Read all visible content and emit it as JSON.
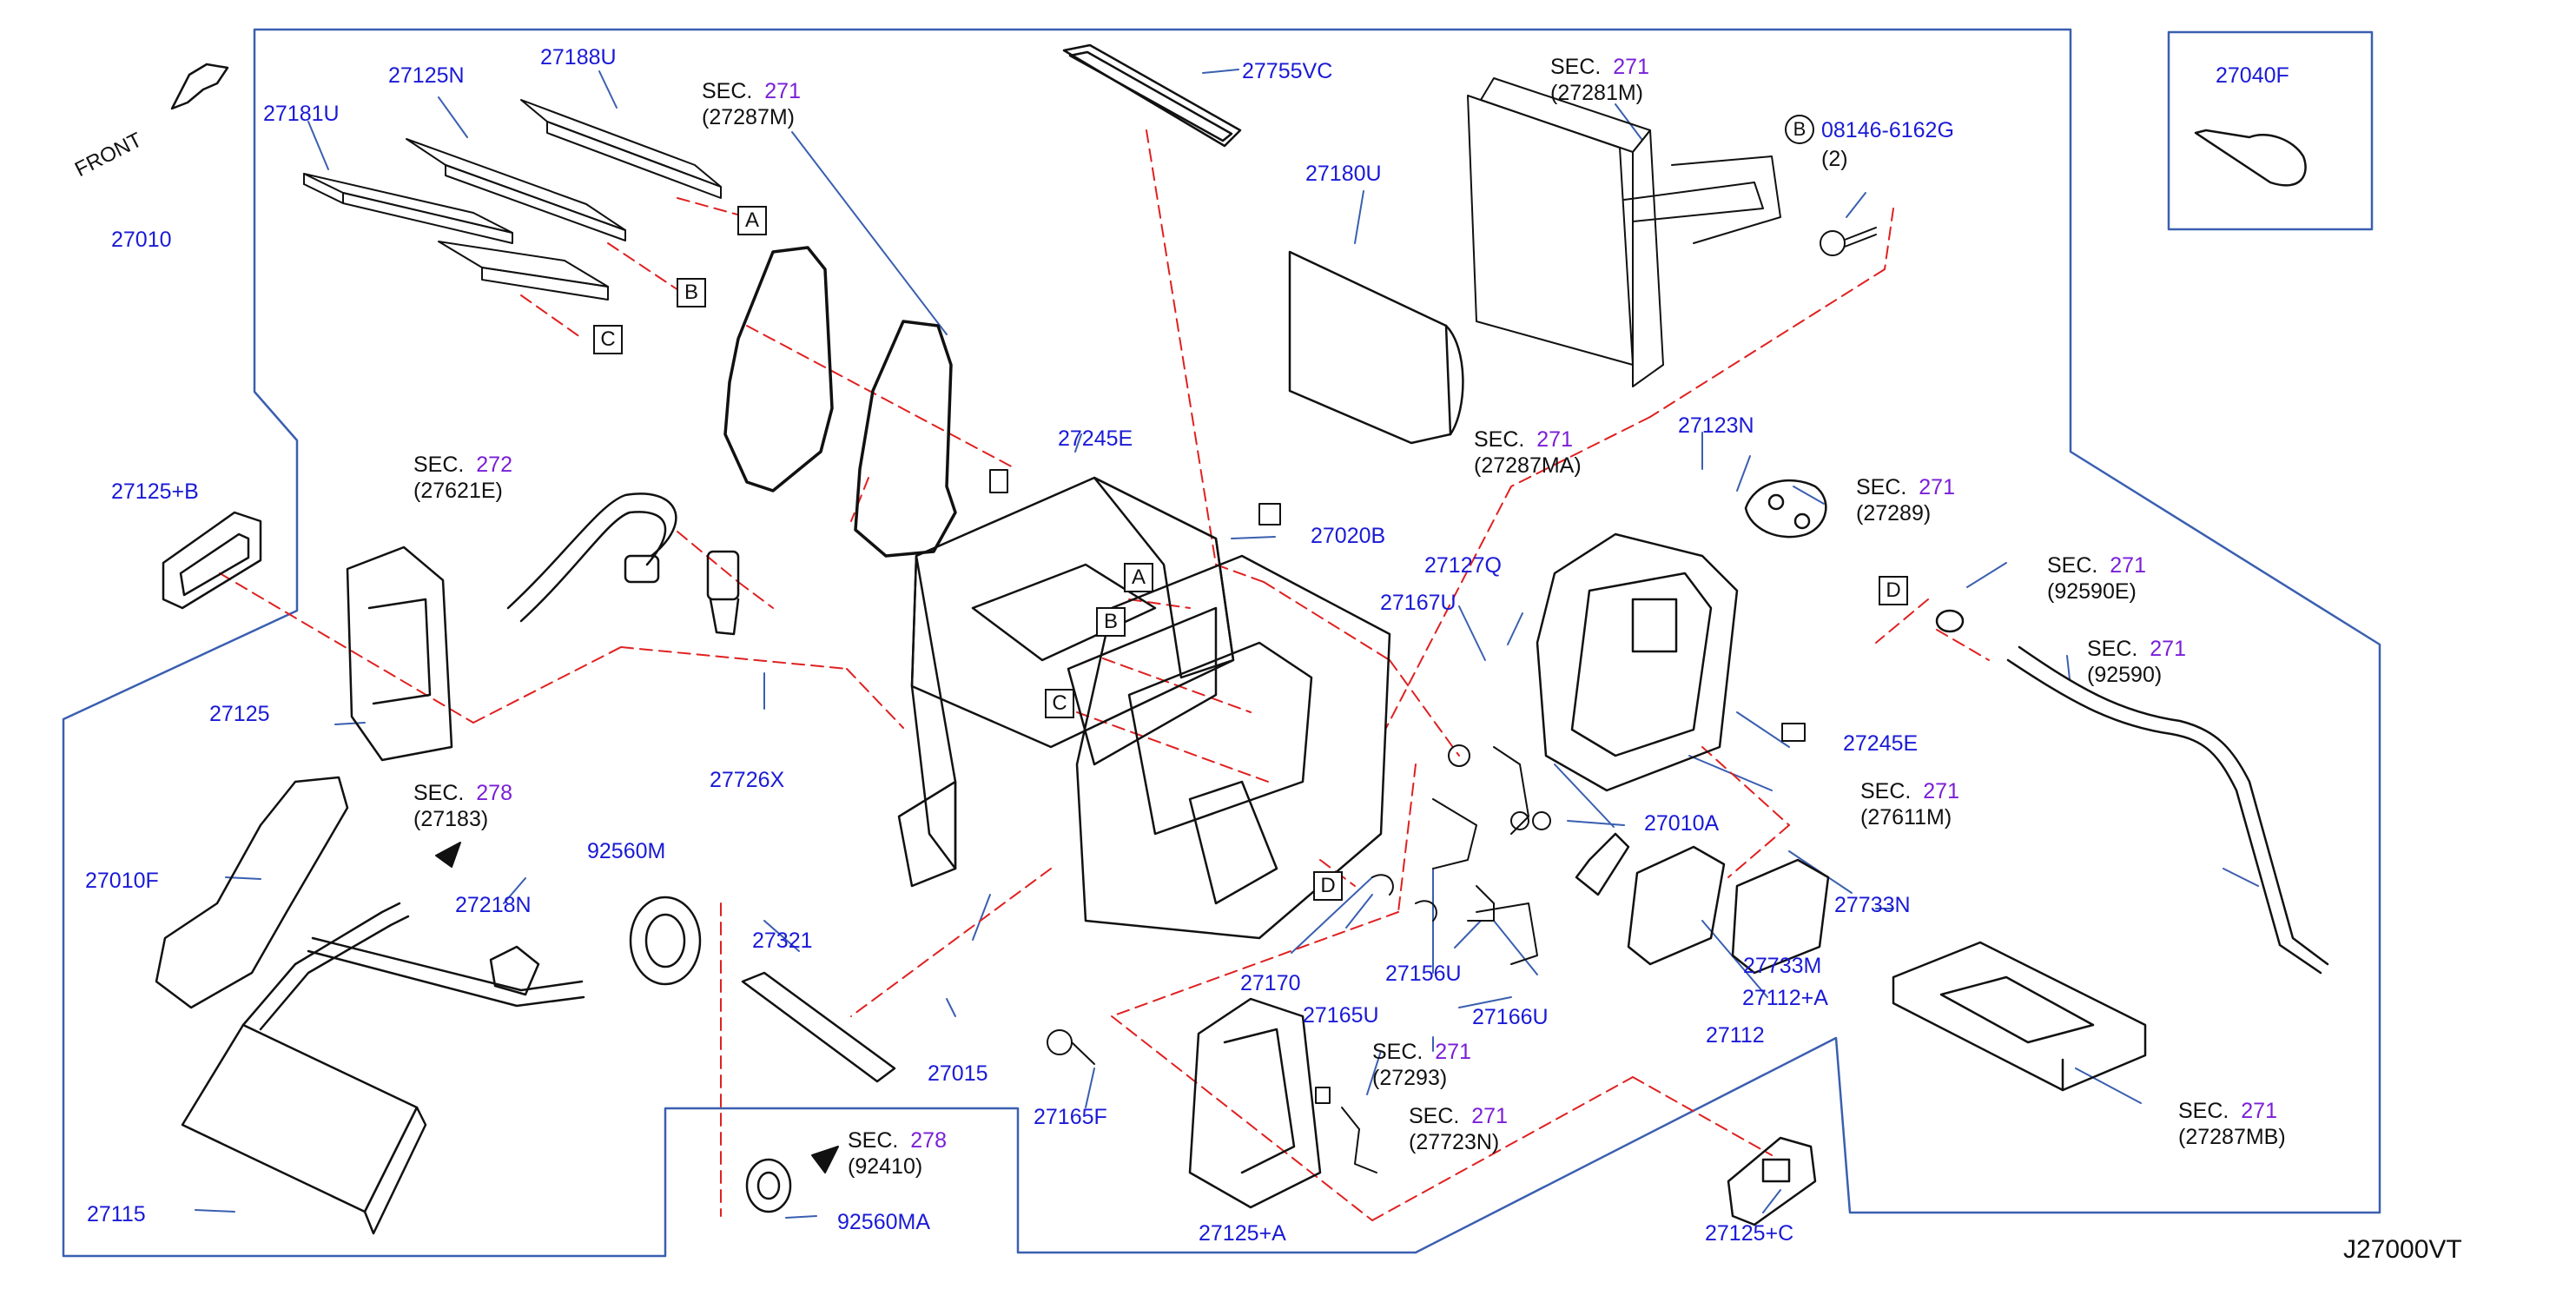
{
  "diagram_code": "J27000VT",
  "front_label": "FRONT",
  "sec_word": "SEC.",
  "parts": [
    {
      "id": "p27010",
      "label": "27010"
    },
    {
      "id": "p27181u",
      "label": "27181U"
    },
    {
      "id": "p27125n",
      "label": "27125N"
    },
    {
      "id": "p27188u",
      "label": "27188U"
    },
    {
      "id": "p27755vc",
      "label": "27755VC"
    },
    {
      "id": "p27180u",
      "label": "27180U"
    },
    {
      "id": "p08146",
      "label": "08146-6162G"
    },
    {
      "id": "p27040f",
      "label": "27040F"
    },
    {
      "id": "p27125b",
      "label": "27125+B"
    },
    {
      "id": "p27125",
      "label": "27125"
    },
    {
      "id": "p27726x",
      "label": "27726X"
    },
    {
      "id": "p27245e_a",
      "label": "27245E"
    },
    {
      "id": "p27020b",
      "label": "27020B"
    },
    {
      "id": "p27123n",
      "label": "27123N"
    },
    {
      "id": "p27127q",
      "label": "27127Q"
    },
    {
      "id": "p27167u",
      "label": "27167U"
    },
    {
      "id": "p27245e_b",
      "label": "27245E"
    },
    {
      "id": "p27010a",
      "label": "27010A"
    },
    {
      "id": "p27010f",
      "label": "27010F"
    },
    {
      "id": "p27218n",
      "label": "27218N"
    },
    {
      "id": "p92560m",
      "label": "92560M"
    },
    {
      "id": "p27321",
      "label": "27321"
    },
    {
      "id": "p27015",
      "label": "27015"
    },
    {
      "id": "p27170",
      "label": "27170"
    },
    {
      "id": "p27165u",
      "label": "27165U"
    },
    {
      "id": "p27156u",
      "label": "27156U"
    },
    {
      "id": "p27166u",
      "label": "27166U"
    },
    {
      "id": "p27733m",
      "label": "27733M"
    },
    {
      "id": "p27733n",
      "label": "27733N"
    },
    {
      "id": "p27112a",
      "label": "27112+A"
    },
    {
      "id": "p27112",
      "label": "27112"
    },
    {
      "id": "p27115",
      "label": "27115"
    },
    {
      "id": "p92560ma",
      "label": "92560MA"
    },
    {
      "id": "p27165f",
      "label": "27165F"
    },
    {
      "id": "p27125a",
      "label": "27125+A"
    },
    {
      "id": "p27125c",
      "label": "27125+C"
    }
  ],
  "sections": [
    {
      "id": "s1",
      "num": "271",
      "ref": "(27287M)"
    },
    {
      "id": "s2",
      "num": "271",
      "ref": "(27281M)"
    },
    {
      "id": "s3",
      "num": "272",
      "ref": "(27621E)"
    },
    {
      "id": "s4",
      "num": "271",
      "ref": "(27287MA)"
    },
    {
      "id": "s5",
      "num": "271",
      "ref": "(27289)"
    },
    {
      "id": "s6",
      "num": "271",
      "ref": "(92590E)"
    },
    {
      "id": "s7",
      "num": "271",
      "ref": "(92590)"
    },
    {
      "id": "s8",
      "num": "271",
      "ref": "(27611M)"
    },
    {
      "id": "s9",
      "num": "278",
      "ref": "(27183)"
    },
    {
      "id": "s10",
      "num": "271",
      "ref": "(27293)"
    },
    {
      "id": "s11",
      "num": "271",
      "ref": "(27723N)"
    },
    {
      "id": "s12",
      "num": "278",
      "ref": "(92410)"
    },
    {
      "id": "s13",
      "num": "271",
      "ref": "(27287MB)"
    }
  ],
  "ref_letters": {
    "a": "A",
    "b": "B",
    "c": "C",
    "d": "D"
  },
  "bolt_marker": "B",
  "bolt_qty": "(2)"
}
